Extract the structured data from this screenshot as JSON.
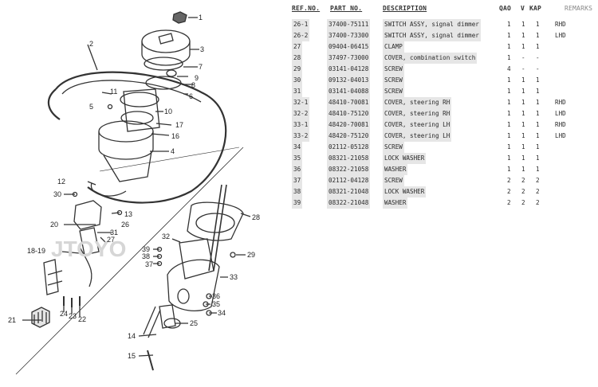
{
  "table": {
    "headers": {
      "ref": "REF.NO.",
      "part": "PART NO.",
      "desc": "DESCRIPTION",
      "qty_a": "QAO",
      "qty_b": "V",
      "qty_c": "KAP",
      "remarks": "REMARKS"
    },
    "rows": [
      {
        "ref": "26-1",
        "part": "37400-75111",
        "desc": "SWITCH ASSY, signal dimmer",
        "q1": "1",
        "q2": "1",
        "q3": "1",
        "rem": "RHD"
      },
      {
        "ref": "26-2",
        "part": "37400-73300",
        "desc": "SWITCH ASSY, signal dimmer",
        "q1": "1",
        "q2": "1",
        "q3": "1",
        "rem": "LHD"
      },
      {
        "ref": "27",
        "part": "09404-06415",
        "desc": "CLAMP",
        "q1": "1",
        "q2": "1",
        "q3": "1",
        "rem": ""
      },
      {
        "ref": "28",
        "part": "37497-73000",
        "desc": "COVER, combination switch",
        "q1": "1",
        "q2": "-",
        "q3": "-",
        "rem": ""
      },
      {
        "ref": "29",
        "part": "03141-04128",
        "desc": "SCREW",
        "q1": "4",
        "q2": "-",
        "q3": "-",
        "rem": ""
      },
      {
        "ref": "30",
        "part": "09132-04013",
        "desc": "SCREW",
        "q1": "1",
        "q2": "1",
        "q3": "1",
        "rem": ""
      },
      {
        "ref": "31",
        "part": "03141-04088",
        "desc": "SCREW",
        "q1": "1",
        "q2": "1",
        "q3": "1",
        "rem": ""
      },
      {
        "ref": "32-1",
        "part": "48410-70081",
        "desc": "COVER, steering RH",
        "q1": "1",
        "q2": "1",
        "q3": "1",
        "rem": "RHD"
      },
      {
        "ref": "32-2",
        "part": "48410-75120",
        "desc": "COVER, steering RH",
        "q1": "1",
        "q2": "1",
        "q3": "1",
        "rem": "LHD"
      },
      {
        "ref": "33-1",
        "part": "48420-70081",
        "desc": "COVER, steering LH",
        "q1": "1",
        "q2": "1",
        "q3": "1",
        "rem": "RHD"
      },
      {
        "ref": "33-2",
        "part": "48420-75120",
        "desc": "COVER, steering LH",
        "q1": "1",
        "q2": "1",
        "q3": "1",
        "rem": "LHD"
      },
      {
        "ref": "34",
        "part": "02112-05128",
        "desc": "SCREW",
        "q1": "1",
        "q2": "1",
        "q3": "1",
        "rem": ""
      },
      {
        "ref": "35",
        "part": "08321-21058",
        "desc": "LOCK WASHER",
        "q1": "1",
        "q2": "1",
        "q3": "1",
        "rem": ""
      },
      {
        "ref": "36",
        "part": "08322-21058",
        "desc": "WASHER",
        "q1": "1",
        "q2": "1",
        "q3": "1",
        "rem": ""
      },
      {
        "ref": "37",
        "part": "02112-04128",
        "desc": "SCREW",
        "q1": "2",
        "q2": "2",
        "q3": "2",
        "rem": ""
      },
      {
        "ref": "38",
        "part": "08321-21048",
        "desc": "LOCK WASHER",
        "q1": "2",
        "q2": "2",
        "q3": "2",
        "rem": ""
      },
      {
        "ref": "39",
        "part": "08322-21048",
        "desc": "WASHER",
        "q1": "2",
        "q2": "2",
        "q3": "2",
        "rem": ""
      }
    ]
  },
  "diagram": {
    "callouts": [
      "1",
      "2",
      "3",
      "7",
      "9",
      "8",
      "6",
      "11",
      "5",
      "10",
      "17",
      "16",
      "4",
      "12",
      "30",
      "13",
      "20",
      "26",
      "31",
      "27",
      "18-19",
      "21",
      "24",
      "23",
      "22",
      "14",
      "15",
      "25",
      "28",
      "29",
      "32",
      "39",
      "38",
      "37",
      "33",
      "36",
      "35",
      "34"
    ],
    "watermark": "JTOYO"
  },
  "colors": {
    "paper": "#ffffff",
    "ink": "#2a2a2a",
    "shade": "#e6e6e6"
  }
}
